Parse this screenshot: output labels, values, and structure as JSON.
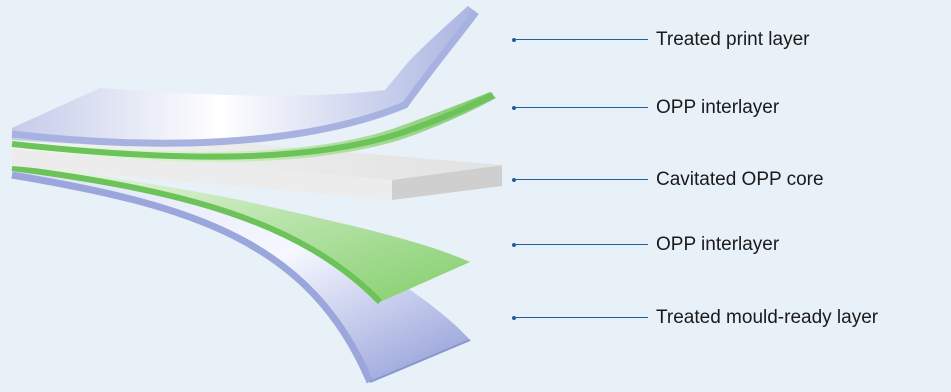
{
  "layers": [
    {
      "label": "Treated print layer",
      "color": "#b7c1e6"
    },
    {
      "label": "OPP interlayer",
      "color": "#7fcf6a"
    },
    {
      "label": "Cavitated OPP core",
      "color": "#dcdcdc"
    },
    {
      "label": "OPP interlayer",
      "color": "#7fcf6a"
    },
    {
      "label": "Treated mould-ready layer",
      "color": "#9aa6dc"
    }
  ],
  "colors": {
    "background": "#e8f0f8",
    "callout_line": "#1f5f9a"
  }
}
